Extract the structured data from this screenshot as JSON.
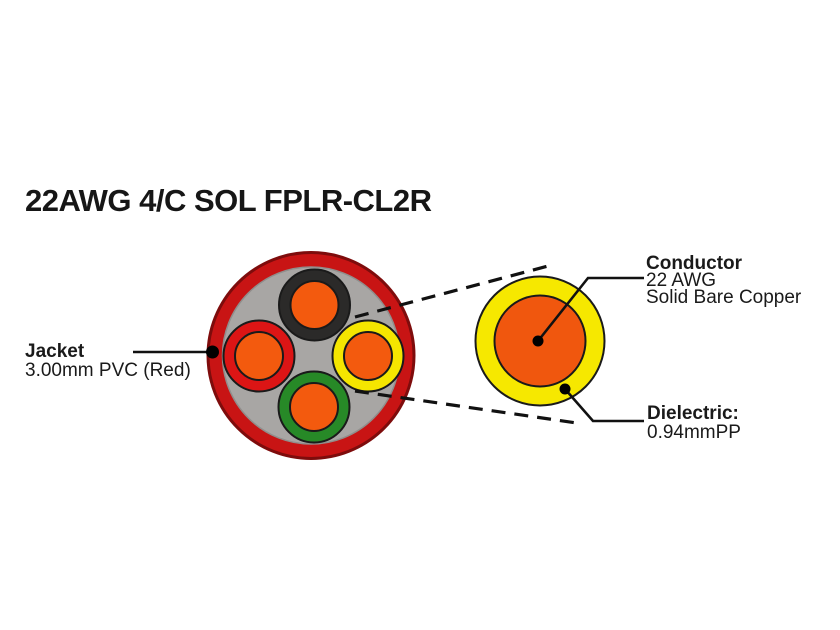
{
  "title": "22AWG 4/C SOL FPLR-CL2R",
  "labels": {
    "jacket": {
      "name": "Jacket",
      "spec": "3.00mm PVC (Red)"
    },
    "conductor": {
      "name": "Conductor",
      "gauge": "22 AWG",
      "material": "Solid Bare Copper"
    },
    "dielectric": {
      "name": "Dielectric:",
      "spec": "0.94mmPP"
    }
  },
  "colors": {
    "jacket_red": "#C81414",
    "jacket_rim": "#7E0C0C",
    "filler_gray": "#A8A6A4",
    "filler_rim": "#908E8C",
    "copper_orange": "#F35A0E",
    "outline_black": "#1A1A1A",
    "detail_dielectric_yellow": "#F6E800",
    "detail_conductor_orange": "#F0570E",
    "text_black": "#1A1A1A"
  },
  "cable": {
    "cores": [
      {
        "position": "top",
        "insulation": "black",
        "color": "#2B2A29"
      },
      {
        "position": "left",
        "insulation": "red",
        "color": "#DC1515"
      },
      {
        "position": "right",
        "insulation": "yellow",
        "color": "#F5E600"
      },
      {
        "position": "bottom",
        "insulation": "green",
        "color": "#278927"
      }
    ]
  }
}
